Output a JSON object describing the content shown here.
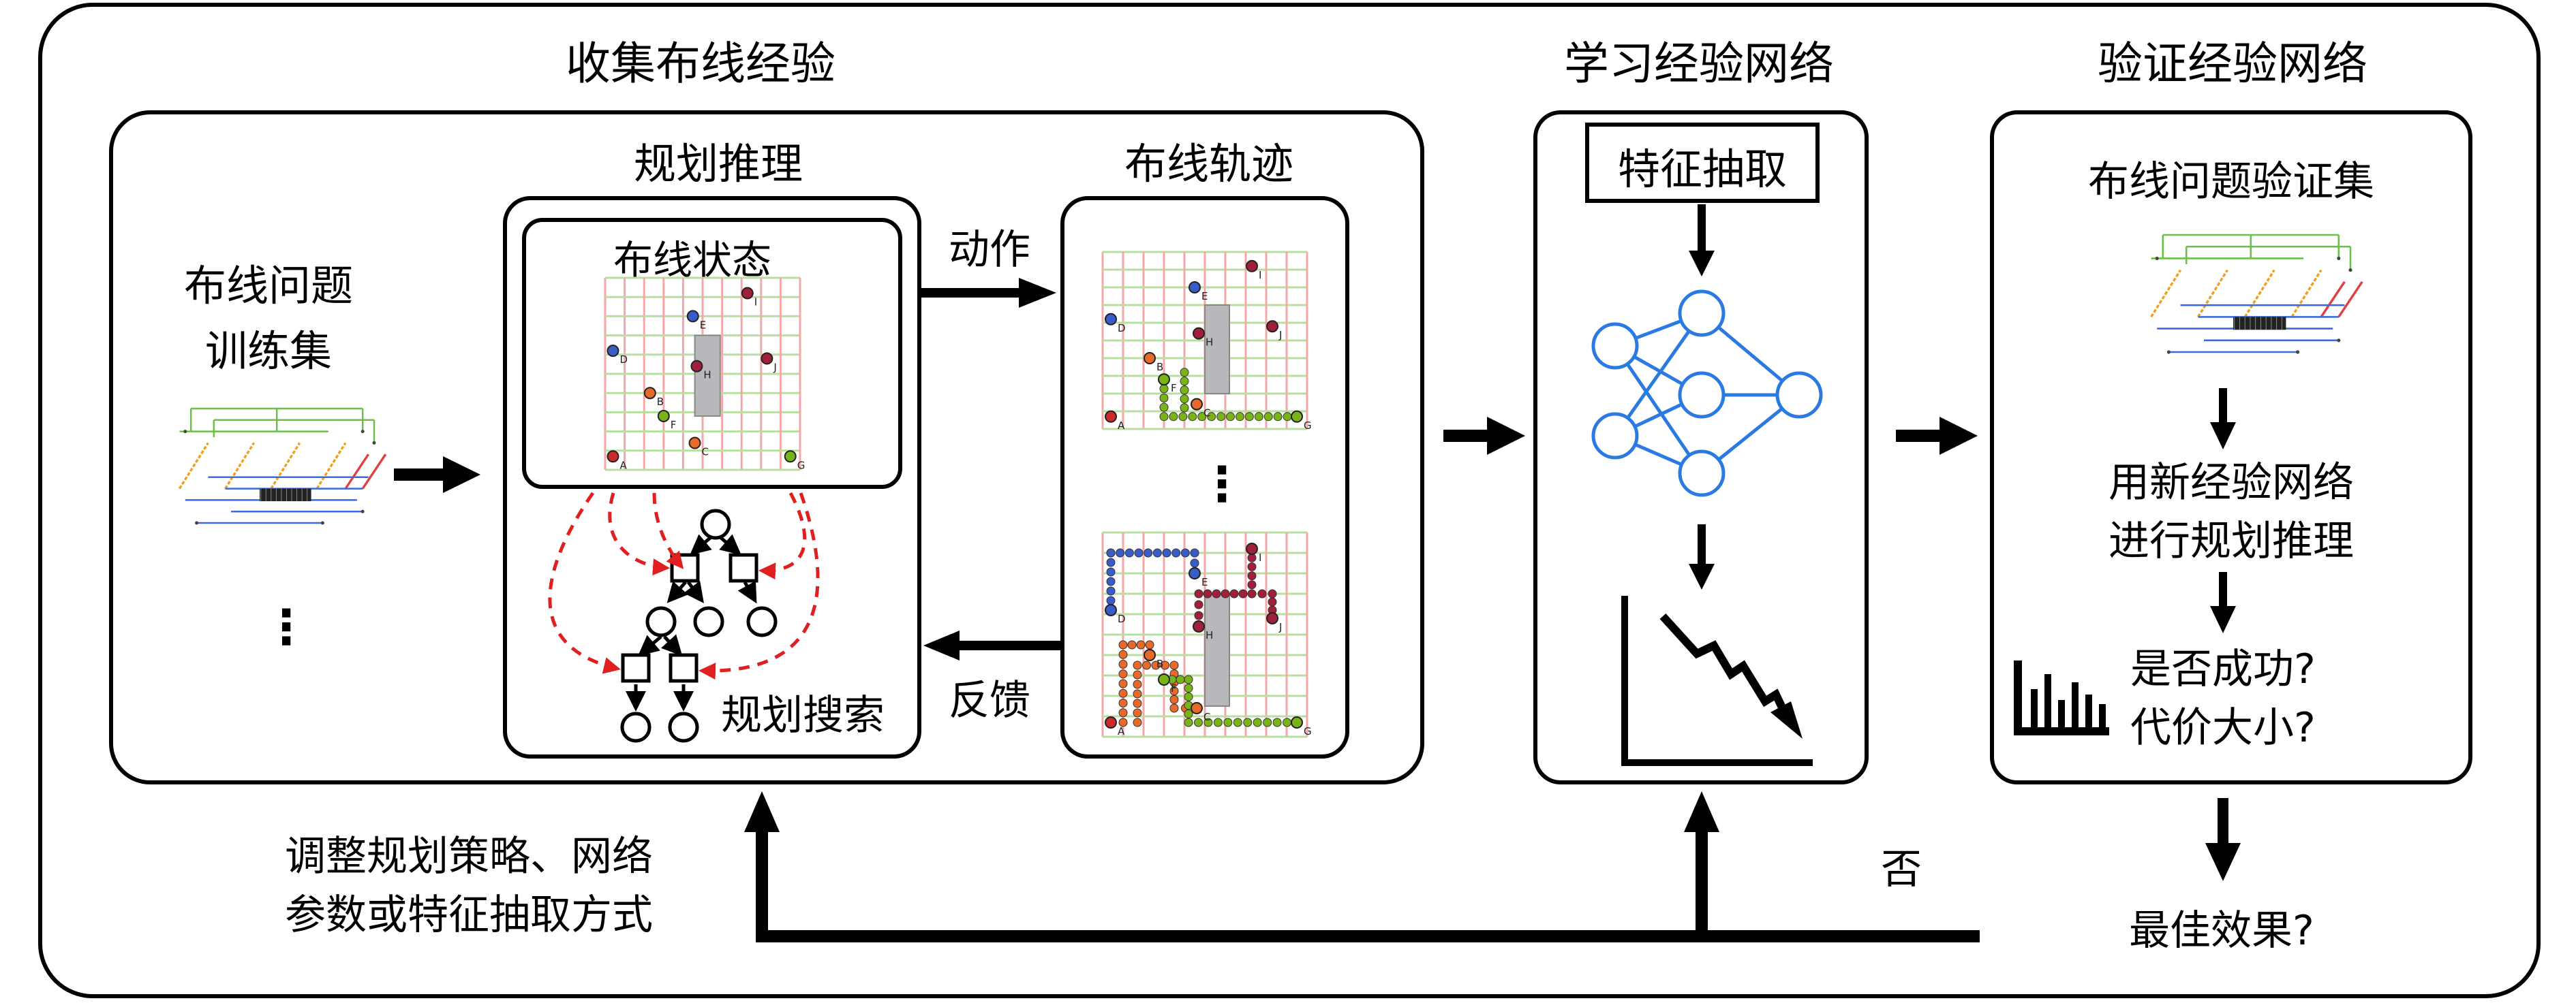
{
  "sections": {
    "collect": {
      "title": "收集布线经验",
      "train_set_label": [
        "布线问题",
        "训练集"
      ],
      "ellipsis": "⋮",
      "planning": {
        "title": "规划推理",
        "state_title": "布线状态",
        "search_label": "规划搜索"
      },
      "action_label": "动作",
      "feedback_label": "反馈",
      "trajectory": {
        "title": "布线轨迹",
        "ellipsis": "⋮"
      }
    },
    "learn": {
      "title": "学习经验网络",
      "feature_label": "特征抽取"
    },
    "validate": {
      "title": "验证经验网络",
      "valset_label": "布线问题验证集",
      "use_new_network": [
        "用新经验网络",
        "进行规划推理"
      ],
      "questions": [
        "是否成功?",
        "代价大小?"
      ],
      "best_effect": "最佳效果?"
    }
  },
  "feedback_loop": {
    "adjust_label": [
      "调整规划策略、网络",
      "参数或特征抽取方式"
    ],
    "no_label": "否"
  },
  "routing_pins": {
    "state": [
      "A",
      "B",
      "C",
      "D",
      "E",
      "F",
      "G",
      "H",
      "I",
      "J"
    ],
    "trajectory_top": [
      "A",
      "B",
      "C",
      "D",
      "E",
      "F",
      "G",
      "H",
      "I",
      "J"
    ],
    "trajectory_bottom": [
      "A",
      "B",
      "C",
      "D",
      "E",
      "F",
      "G",
      "H",
      "I",
      "J"
    ]
  },
  "colors": {
    "pin_red": "#cc2a2a",
    "pin_blue": "#3a5cc8",
    "pin_green": "#7ab317",
    "pin_orange": "#e86a2a",
    "pin_maroon": "#a0203c",
    "net_blue": "#2a7ae2",
    "search_dashed": "#e02020",
    "grid_red": "#f4a8a8",
    "grid_green": "#b8dfa0",
    "obstacle": "#b8b8bc"
  }
}
